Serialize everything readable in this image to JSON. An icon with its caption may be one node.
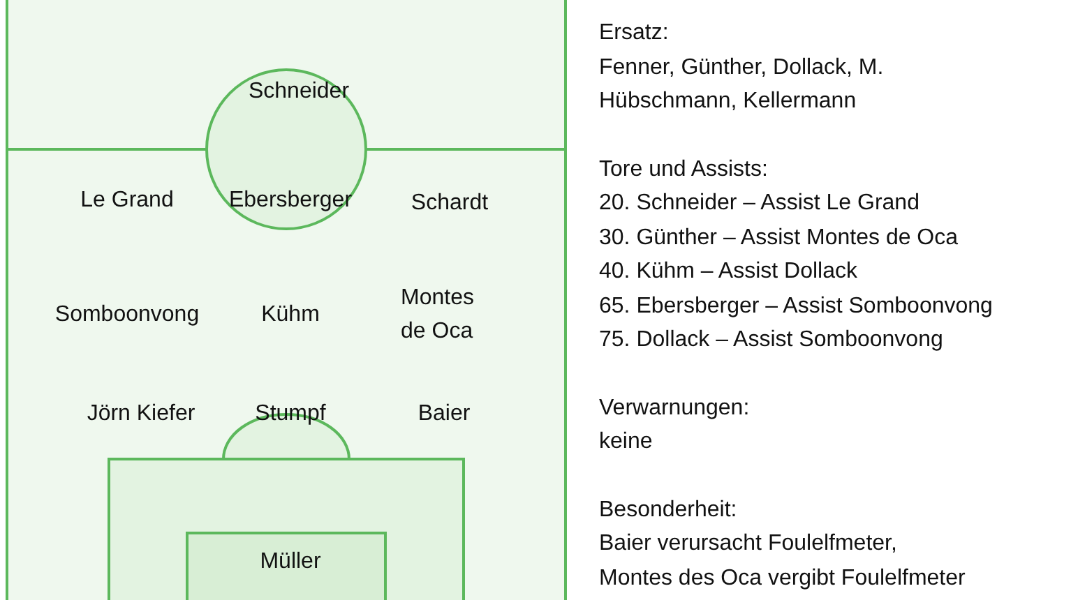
{
  "diagram": {
    "labels": [
      "Schneider",
      "Le Grand",
      "Ebersberger",
      "Schardt",
      "Somboonvong",
      "Kühm",
      "Montes de Oca",
      "Jörn Kiefer",
      "Stumpf",
      "Baier",
      "Müller",
      "Ersatz:",
      "Fenner, Günther, Dollack, M. Hübschmann, Kellermann",
      "Tore und Assists:",
      "20. Schneider – Assist Le Grand",
      "30. Günther – Assist Montes de Oca",
      "40. Kühm – Assist Dollack",
      "65. Ebersberger – Assist Somboonvong",
      "75. Dollack – Assist Somboonvong",
      "Verwarnungen:",
      "keine",
      "Besonderheit:",
      "Baier verursacht Foulelfmeter,",
      "Montes des Oca vergibt Foulelfmeter"
    ]
  }
}
